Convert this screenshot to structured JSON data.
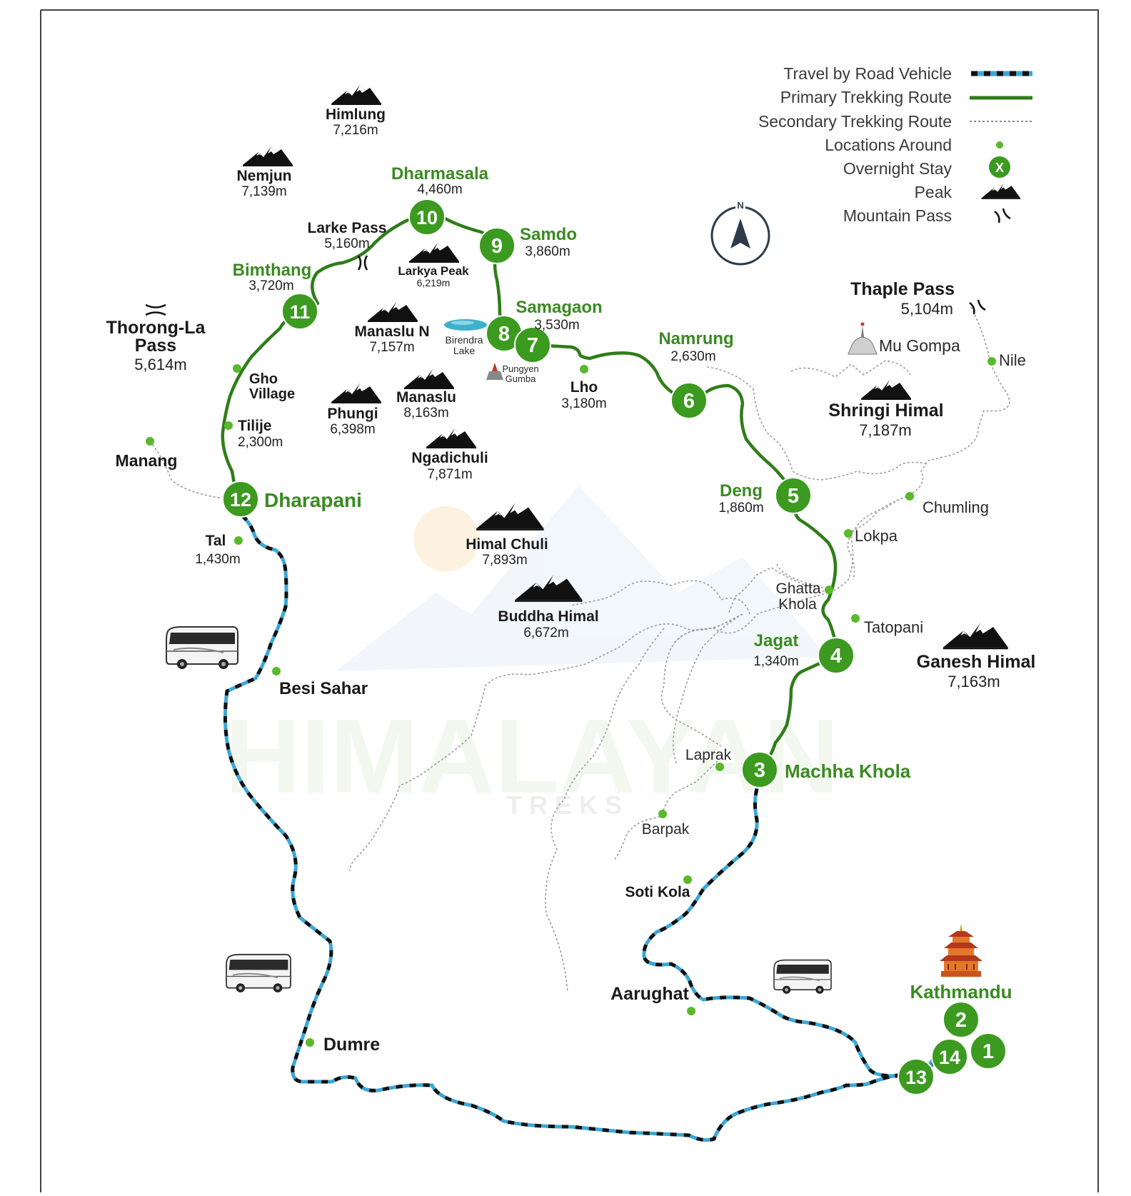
{
  "legend": [
    {
      "label": "Travel by Road Vehicle",
      "symbol": "road",
      "icon": "road-dashed-line"
    },
    {
      "label": "Primary Trekking Route",
      "symbol": "primary",
      "icon": "green-line"
    },
    {
      "label": "Secondary Trekking Route",
      "symbol": "secondary",
      "icon": "dotted-line"
    },
    {
      "label": "Locations Around",
      "symbol": "dot",
      "icon": "green-dot"
    },
    {
      "label": "Overnight Stay",
      "symbol": "stay",
      "icon": "green-circle-x"
    },
    {
      "label": "Peak",
      "symbol": "peak",
      "icon": "mountain-icon"
    },
    {
      "label": "Mountain Pass",
      "symbol": "pass",
      "icon": "pass-icon"
    }
  ],
  "legend_stay_letter": "X",
  "compass": {
    "letter": "N",
    "icon": "compass-icon"
  },
  "colors": {
    "primary_route": "#2f7d19",
    "road_blue": "#3ba7d6",
    "road_dash": "#111111",
    "node_green": "#3b9a1f",
    "secondary": "#9a9a9a",
    "peak": "#111111"
  },
  "watermark": {
    "brand": "HIMALAYAN",
    "sub": "TREKS"
  },
  "stays": [
    {
      "num": "1"
    },
    {
      "num": "2"
    },
    {
      "num": "3"
    },
    {
      "num": "4"
    },
    {
      "num": "5"
    },
    {
      "num": "6"
    },
    {
      "num": "7"
    },
    {
      "num": "8"
    },
    {
      "num": "9"
    },
    {
      "num": "10"
    },
    {
      "num": "11"
    },
    {
      "num": "12"
    },
    {
      "num": "13"
    },
    {
      "num": "14"
    }
  ],
  "places": {
    "kathmandu": {
      "name": "Kathmandu"
    },
    "machha_khola": {
      "name": "Machha Khola"
    },
    "jagat": {
      "name": "Jagat",
      "alt": "1,340m"
    },
    "deng": {
      "name": "Deng",
      "alt": "1,860m"
    },
    "namrung": {
      "name": "Namrung",
      "alt": "2,630m"
    },
    "samagaon": {
      "name": "Samagaon",
      "alt": "3,530m"
    },
    "samdo": {
      "name": "Samdo",
      "alt": "3,860m"
    },
    "dharmasala": {
      "name": "Dharmasala",
      "alt": "4,460m"
    },
    "bimthang": {
      "name": "Bimthang",
      "alt": "3,720m"
    },
    "dharapani": {
      "name": "Dharapani"
    },
    "larke_pass": {
      "name": "Larke Pass",
      "alt": "5,160m"
    },
    "thorong_la": {
      "name1": "Thorong-La",
      "name2": "Pass",
      "alt": "5,614m"
    },
    "thaple_pass": {
      "name": "Thaple Pass",
      "alt": "5,104m"
    },
    "lho": {
      "name": "Lho",
      "alt": "3,180m"
    },
    "tilije": {
      "name": "Tilije",
      "alt": "2,300m"
    },
    "gho_village": {
      "name1": "Gho",
      "name2": "Village"
    },
    "manang": {
      "name": "Manang"
    },
    "tal": {
      "name": "Tal",
      "alt": "1,430m"
    },
    "besi_sahar": {
      "name": "Besi Sahar"
    },
    "dumre": {
      "name": "Dumre"
    },
    "aarughat": {
      "name": "Aarughat"
    },
    "soti_kola": {
      "name": "Soti Kola"
    },
    "barpak": {
      "name": "Barpak"
    },
    "laprak": {
      "name": "Laprak"
    },
    "tatopani": {
      "name": "Tatopani"
    },
    "ghatta_khola": {
      "name1": "Ghatta",
      "name2": "Khola"
    },
    "lokpa": {
      "name": "Lokpa"
    },
    "chumling": {
      "name": "Chumling"
    },
    "nile": {
      "name": "Nile"
    },
    "mu_gompa": {
      "name": "Mu Gompa"
    },
    "birendra_lake": {
      "name1": "Birendra",
      "name2": "Lake"
    },
    "pungyen_gumba": {
      "name1": "Pungyen",
      "name2": "Gumba"
    }
  },
  "peaks": {
    "himlung": {
      "name": "Himlung",
      "alt": "7,216m"
    },
    "nemjun": {
      "name": "Nemjun",
      "alt": "7,139m"
    },
    "larkya_peak": {
      "name": "Larkya Peak",
      "alt": "6,219m"
    },
    "manaslu_n": {
      "name": "Manaslu N",
      "alt": "7,157m"
    },
    "manaslu": {
      "name": "Manaslu",
      "alt": "8,163m"
    },
    "phungi": {
      "name": "Phungi",
      "alt": "6,398m"
    },
    "ngadichuli": {
      "name": "Ngadichuli",
      "alt": "7,871m"
    },
    "himal_chuli": {
      "name": "Himal Chuli",
      "alt": "7,893m"
    },
    "buddha_himal": {
      "name": "Buddha Himal",
      "alt": "6,672m"
    },
    "shringi_himal": {
      "name": "Shringi Himal",
      "alt": "7,187m"
    },
    "ganesh_himal": {
      "name": "Ganesh Himal",
      "alt": "7,163m"
    }
  }
}
